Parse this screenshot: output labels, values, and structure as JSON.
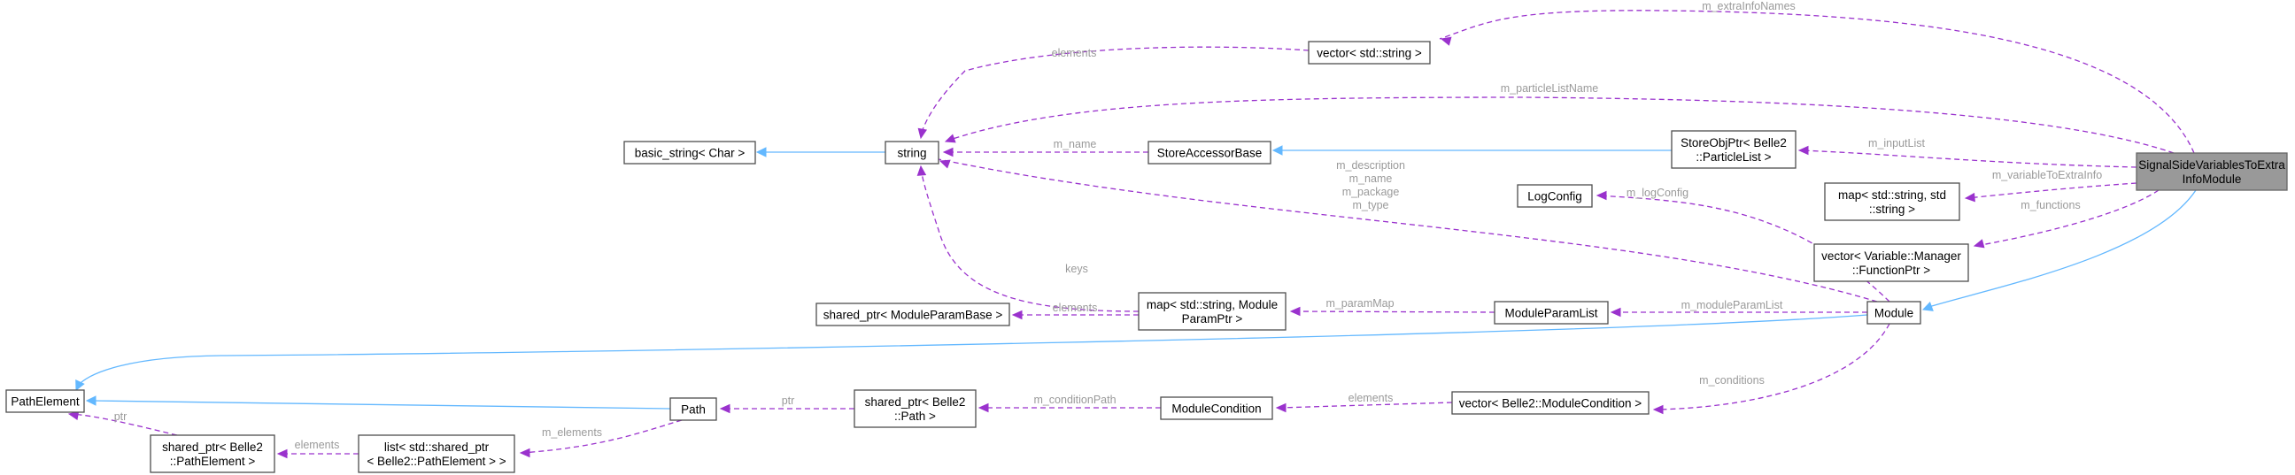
{
  "diagram": {
    "nodes": [
      {
        "id": "sig",
        "lines": [
          "SignalSideVariablesToExtra",
          "InfoModule"
        ],
        "focus": true
      },
      {
        "id": "vecstr",
        "lines": [
          "vector< std::string >"
        ]
      },
      {
        "id": "string",
        "lines": [
          "string"
        ]
      },
      {
        "id": "basic",
        "lines": [
          "basic_string< Char >"
        ]
      },
      {
        "id": "sab",
        "lines": [
          "StoreAccessorBase"
        ]
      },
      {
        "id": "sop",
        "lines": [
          "StoreObjPtr< Belle2",
          "::ParticleList >"
        ]
      },
      {
        "id": "mapss",
        "lines": [
          "map< std::string, std",
          "::string >"
        ]
      },
      {
        "id": "logc",
        "lines": [
          "LogConfig"
        ]
      },
      {
        "id": "vecfp",
        "lines": [
          "vector< Variable::Manager",
          "::FunctionPtr >"
        ]
      },
      {
        "id": "module",
        "lines": [
          "Module"
        ]
      },
      {
        "id": "mpl",
        "lines": [
          "ModuleParamList"
        ]
      },
      {
        "id": "mappp",
        "lines": [
          "map< std::string, Module",
          "ParamPtr >"
        ]
      },
      {
        "id": "spmpb",
        "lines": [
          "shared_ptr< ModuleParamBase >"
        ]
      },
      {
        "id": "pe",
        "lines": [
          "PathElement"
        ]
      },
      {
        "id": "path",
        "lines": [
          "Path"
        ]
      },
      {
        "id": "spp",
        "lines": [
          "shared_ptr< Belle2",
          "::Path >"
        ]
      },
      {
        "id": "mc",
        "lines": [
          "ModuleCondition"
        ]
      },
      {
        "id": "vecmc",
        "lines": [
          "vector< Belle2::ModuleCondition >"
        ]
      },
      {
        "id": "lsp",
        "lines": [
          "list< std::shared_ptr",
          "< Belle2::PathElement > >"
        ]
      },
      {
        "id": "sppe",
        "lines": [
          "shared_ptr< Belle2",
          "::PathElement >"
        ]
      }
    ],
    "edges": [
      {
        "id": "e-extra",
        "kind": "use",
        "from": "sig",
        "to": "vecstr",
        "labels": [
          "m_extraInfoNames"
        ]
      },
      {
        "id": "e-elem1",
        "kind": "use",
        "from": "vecstr",
        "to": "string",
        "labels": [
          "elements"
        ]
      },
      {
        "id": "e-plname",
        "kind": "use",
        "from": "sig",
        "to": "string",
        "labels": [
          "m_particleListName"
        ]
      },
      {
        "id": "e-basic",
        "kind": "inherit",
        "from": "string",
        "to": "basic",
        "labels": []
      },
      {
        "id": "e-mname",
        "kind": "use",
        "from": "sab",
        "to": "string",
        "labels": [
          "m_name"
        ]
      },
      {
        "id": "e-sab",
        "kind": "inherit",
        "from": "sop",
        "to": "sab",
        "labels": []
      },
      {
        "id": "e-input",
        "kind": "use",
        "from": "sig",
        "to": "sop",
        "labels": [
          "m_inputList"
        ]
      },
      {
        "id": "e-var2ei",
        "kind": "use",
        "from": "sig",
        "to": "mapss",
        "labels": [
          "m_variableToExtraInfo"
        ]
      },
      {
        "id": "e-funcs",
        "kind": "use",
        "from": "sig",
        "to": "vecfp",
        "labels": [
          "m_functions"
        ]
      },
      {
        "id": "e-module",
        "kind": "inherit",
        "from": "sig",
        "to": "module",
        "labels": []
      },
      {
        "id": "e-desc",
        "kind": "use",
        "from": "module",
        "to": "string",
        "labels": [
          "m_description",
          "m_name",
          "m_package",
          "m_type"
        ]
      },
      {
        "id": "e-logcfg",
        "kind": "use",
        "from": "module",
        "to": "logc",
        "labels": [
          "m_logConfig"
        ]
      },
      {
        "id": "e-mpl",
        "kind": "use",
        "from": "module",
        "to": "mpl",
        "labels": [
          "m_moduleParamList"
        ]
      },
      {
        "id": "e-pmap",
        "kind": "use",
        "from": "mpl",
        "to": "mappp",
        "labels": [
          "m_paramMap"
        ]
      },
      {
        "id": "e-keys",
        "kind": "use",
        "from": "mappp",
        "to": "string",
        "labels": [
          "keys"
        ]
      },
      {
        "id": "e-elem2",
        "kind": "use",
        "from": "mappp",
        "to": "spmpb",
        "labels": [
          "elements"
        ]
      },
      {
        "id": "e-pe1",
        "kind": "inherit",
        "from": "module",
        "to": "pe",
        "labels": []
      },
      {
        "id": "e-conds",
        "kind": "use",
        "from": "module",
        "to": "vecmc",
        "labels": [
          "m_conditions"
        ]
      },
      {
        "id": "e-elem3",
        "kind": "use",
        "from": "vecmc",
        "to": "mc",
        "labels": [
          "elements"
        ]
      },
      {
        "id": "e-cpath",
        "kind": "use",
        "from": "mc",
        "to": "spp",
        "labels": [
          "m_conditionPath"
        ]
      },
      {
        "id": "e-ptr1",
        "kind": "use",
        "from": "spp",
        "to": "path",
        "labels": [
          "ptr"
        ]
      },
      {
        "id": "e-pe2",
        "kind": "inherit",
        "from": "path",
        "to": "pe",
        "labels": []
      },
      {
        "id": "e-melem",
        "kind": "use",
        "from": "path",
        "to": "lsp",
        "labels": [
          "m_elements"
        ]
      },
      {
        "id": "e-elem4",
        "kind": "use",
        "from": "lsp",
        "to": "sppe",
        "labels": [
          "elements"
        ]
      },
      {
        "id": "e-ptr2",
        "kind": "use",
        "from": "sppe",
        "to": "pe",
        "labels": [
          "ptr"
        ]
      }
    ]
  }
}
